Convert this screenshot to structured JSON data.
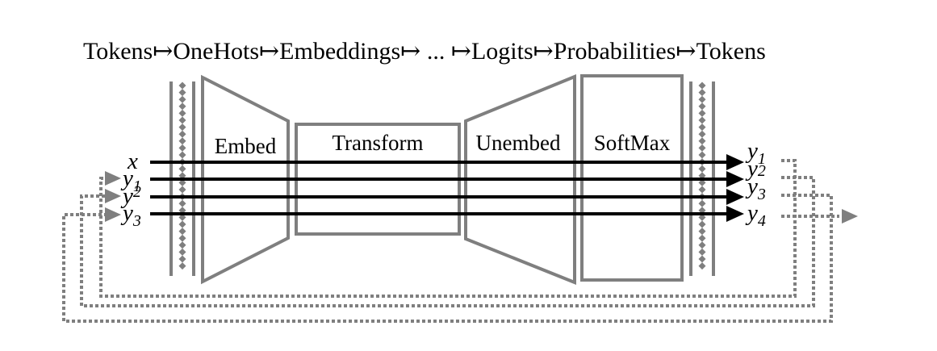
{
  "header": {
    "tokens_in": "Tokens",
    "onehots": "OneHots",
    "embeddings": "Embeddings",
    "ellipsis": "...",
    "logits": "Logits",
    "probabilities": "Probabilities",
    "tokens_out": "Tokens",
    "map_symbol": "↦"
  },
  "blocks": {
    "embed": "Embed",
    "transform": "Transform",
    "unembed": "Unembed",
    "softmax": "SoftMax"
  },
  "inputs": [
    {
      "base": "x",
      "sub": ""
    },
    {
      "base": "y",
      "sub": "1"
    },
    {
      "base": "y",
      "sub": "2"
    },
    {
      "base": "y",
      "sub": "3"
    }
  ],
  "outputs": [
    {
      "base": "y",
      "sub": "1"
    },
    {
      "base": "y",
      "sub": "2"
    },
    {
      "base": "y",
      "sub": "3"
    },
    {
      "base": "y",
      "sub": "4"
    }
  ],
  "colors": {
    "block_stroke": "#7f7f7f",
    "arrow": "#000000",
    "feedback": "#7f7f7f"
  }
}
